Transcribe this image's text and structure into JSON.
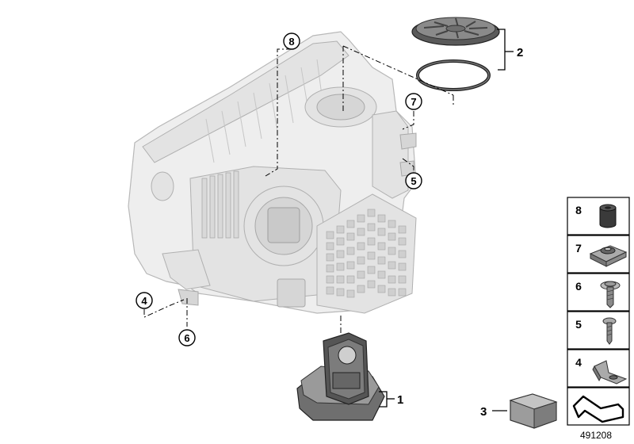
{
  "diagram": {
    "callouts": {
      "c8": "8",
      "c7": "7",
      "c5": "5",
      "c4": "4",
      "c6": "6",
      "c2": "2",
      "c1": "1",
      "c3": "3"
    },
    "legend": {
      "items": [
        "8",
        "7",
        "6",
        "5",
        "4"
      ]
    },
    "reference_number": "491208"
  }
}
